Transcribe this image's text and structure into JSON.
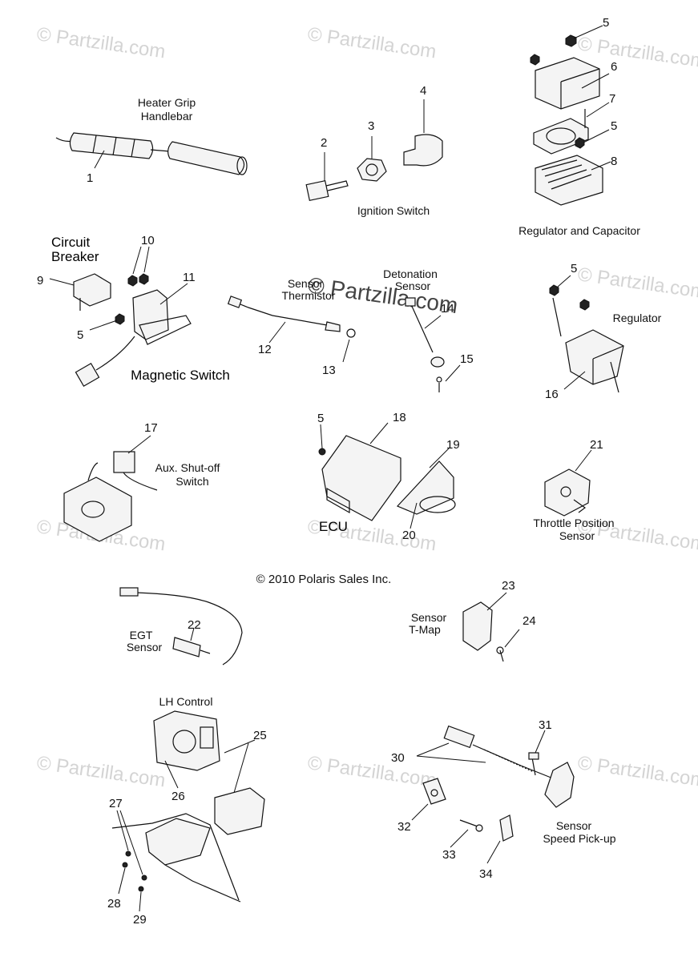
{
  "watermarks": {
    "repeat_text": "© Partzilla.com",
    "center_text": "© Partzilla.com"
  },
  "copyright": "© 2010 Polaris Sales Inc.",
  "callouts": {
    "c1": "1",
    "c2": "2",
    "c3": "3",
    "c4": "4",
    "c5a": "5",
    "c6": "6",
    "c7": "7",
    "c5b": "5",
    "c8": "8",
    "c10": "10",
    "c9": "9",
    "c11": "11",
    "c5c": "5",
    "c12": "12",
    "c13": "13",
    "c14": "14",
    "c15": "15",
    "c5d": "5",
    "c16": "16",
    "c17": "17",
    "c5e": "5",
    "c18": "18",
    "c19": "19",
    "c20": "20",
    "c21": "21",
    "c22": "22",
    "c23": "23",
    "c24": "24",
    "c25": "25",
    "c26": "26",
    "c27": "27",
    "c28": "28",
    "c29": "29",
    "c30": "30",
    "c31": "31",
    "c32": "32",
    "c33": "33",
    "c34": "34"
  },
  "labels": {
    "heater_grip_1": "Heater Grip",
    "heater_grip_2": "Handlebar",
    "ignition_switch": "Ignition Switch",
    "regulator_capacitor": "Regulator and Capacitor",
    "circuit_breaker_1": "Circuit",
    "circuit_breaker_2": "Breaker",
    "magnetic_switch": "Magnetic Switch",
    "sensor_thermistor_1": "Sensor",
    "sensor_thermistor_2": "Thermistor",
    "detonation_sensor_1": "Detonation",
    "detonation_sensor_2": "Sensor",
    "regulator": "Regulator",
    "aux_shutoff_1": "Aux. Shut-off",
    "aux_shutoff_2": "Switch",
    "ecu": "ECU",
    "throttle_position_1": "Throttle Position",
    "throttle_position_2": "Sensor",
    "egt_sensor_1": "EGT",
    "egt_sensor_2": "Sensor",
    "sensor_tmap_1": "Sensor",
    "sensor_tmap_2": "T-Map",
    "lh_control": "LH Control",
    "speed_pickup_1": "Sensor",
    "speed_pickup_2": "Speed Pick-up"
  }
}
